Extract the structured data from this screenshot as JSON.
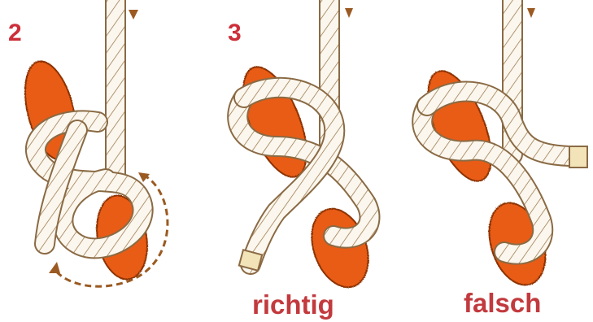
{
  "steps": [
    {
      "number": "2"
    },
    {
      "number": "3",
      "caption": "richtig"
    },
    {
      "caption": "falsch"
    }
  ],
  "colors": {
    "background": "#ffffff",
    "rope_fill": "#fbf7ee",
    "rope_outline": "#8a6a44",
    "rope_twist": "#a07c52",
    "ring_fill": "#e85c12",
    "ring_outline": "#8d3306",
    "arrow": "#9a5a22",
    "label": "#c23a3e",
    "step_number": "#cc2f3a"
  },
  "icons": [
    "carabiner-ring",
    "rope-strand",
    "direction-arrow"
  ]
}
